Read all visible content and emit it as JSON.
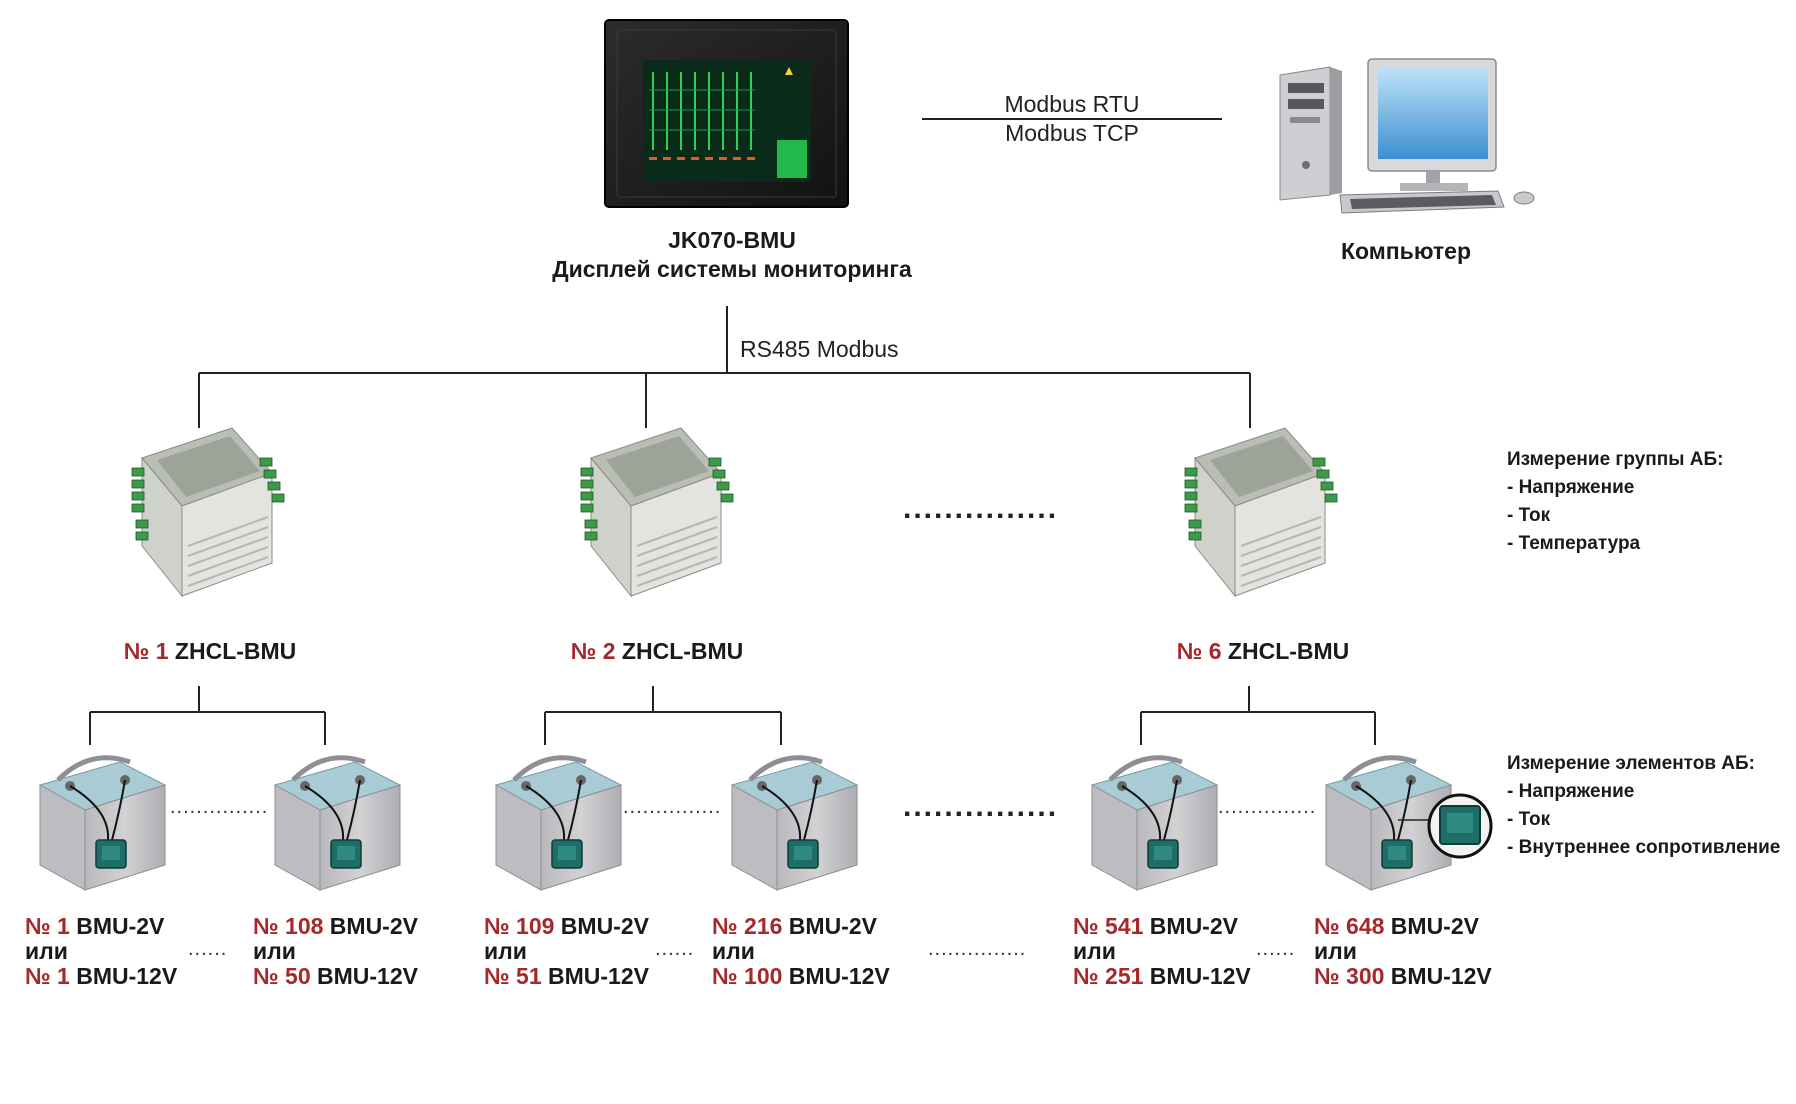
{
  "top": {
    "display_model": "JK070-BMU",
    "display_desc": "Дисплей системы мониторинга",
    "computer_label": "Компьютер",
    "proto_rtu": "Modbus RTU",
    "proto_tcp": "Modbus TCP",
    "rs485": "RS485 Modbus"
  },
  "controllers": [
    {
      "num": "№ 1",
      "name": "ZHCL-BMU"
    },
    {
      "num": "№ 2",
      "name": "ZHCL-BMU"
    },
    {
      "num": "№ 6",
      "name": "ZHCL-BMU"
    }
  ],
  "dots": {
    "controllers_gap": "...............",
    "battery_group_gap": "...............",
    "battery_pair_gap": "...............",
    "label_pair_gap": "......",
    "label_group_gap": "..............."
  },
  "group_notes": {
    "title": "Измерение группы АБ:",
    "items": [
      "- Напряжение",
      "- Ток",
      "- Температура"
    ]
  },
  "cell_notes": {
    "title": "Измерение элементов АБ:",
    "items": [
      "- Напряжение",
      "- Ток",
      "- Внутреннее сопротивление"
    ]
  },
  "bmu_or": "или",
  "bmu_labels": [
    {
      "n1": "№ 1",
      "m1": "BMU-2V",
      "n2": "№ 1",
      "m2": "BMU-12V"
    },
    {
      "n1": "№ 108",
      "m1": "BMU-2V",
      "n2": "№ 50",
      "m2": "BMU-12V"
    },
    {
      "n1": "№ 109",
      "m1": "BMU-2V",
      "n2": "№ 51",
      "m2": "BMU-12V"
    },
    {
      "n1": "№ 216",
      "m1": "BMU-2V",
      "n2": "№ 100",
      "m2": "BMU-12V"
    },
    {
      "n1": "№ 541",
      "m1": "BMU-2V",
      "n2": "№ 251",
      "m2": "BMU-12V"
    },
    {
      "n1": "№ 648",
      "m1": "BMU-2V",
      "n2": "№ 300",
      "m2": "BMU-12V"
    }
  ],
  "colors": {
    "accent_red": "#a5282a",
    "line": "#222222",
    "battery_body": "#c9c9cc",
    "battery_lid": "#9fc4cf",
    "module_green": "#1e6d66",
    "controller_body": "#d8d8d4",
    "terminal_green": "#3c9a4a"
  }
}
